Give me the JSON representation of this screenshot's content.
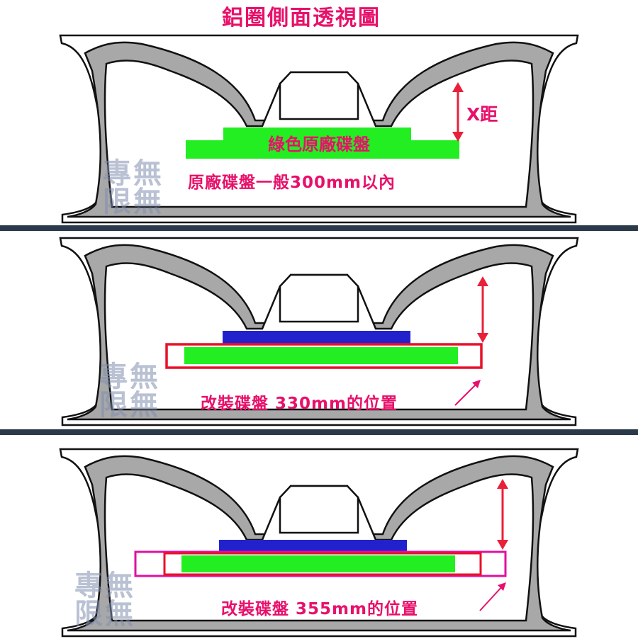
{
  "title": "鋁圈側面透視圖",
  "watermark": {
    "line1": "專",
    "line2": "無",
    "line3": "限",
    "line4": "無"
  },
  "panel1": {
    "disc_label": "綠色原廠碟盤",
    "gap_label": "X距",
    "note": "原廠碟盤一般300mm以內"
  },
  "panel2": {
    "note": "改裝碟盤  330mm的位置"
  },
  "panel3": {
    "note": "改裝碟盤  355mm的位置"
  },
  "colors": {
    "accent_text": "#e8106a",
    "gap_arrow": "#e8203a",
    "original_disc": "#22ee22",
    "hub_plate": "#2222cc",
    "outline_330": "#e8102a",
    "outline_355": "#e010a0",
    "separator": "#2b3a4a",
    "rim_fill": "#a8a8a8"
  }
}
